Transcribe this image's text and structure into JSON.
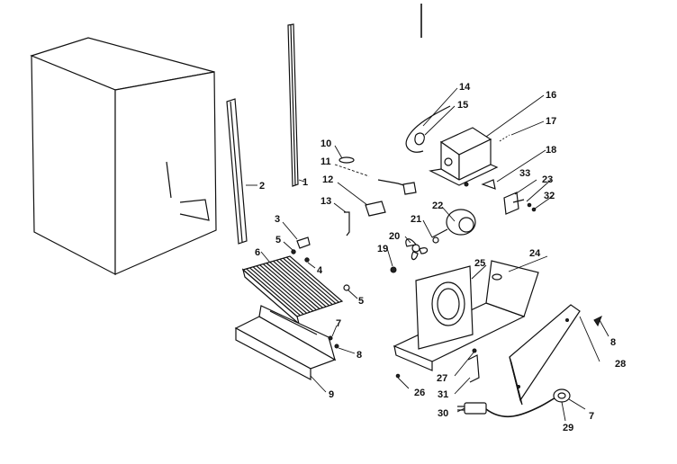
{
  "callouts": [
    {
      "id": "c1",
      "text": "1"
    },
    {
      "id": "c2",
      "text": "2"
    },
    {
      "id": "c3",
      "text": "3"
    },
    {
      "id": "c4",
      "text": "4"
    },
    {
      "id": "c5a",
      "text": "5"
    },
    {
      "id": "c5b",
      "text": "5"
    },
    {
      "id": "c6",
      "text": "6"
    },
    {
      "id": "c7a",
      "text": "7"
    },
    {
      "id": "c7b",
      "text": "7"
    },
    {
      "id": "c8a",
      "text": "8"
    },
    {
      "id": "c8b",
      "text": "8"
    },
    {
      "id": "c9",
      "text": "9"
    },
    {
      "id": "c10",
      "text": "10"
    },
    {
      "id": "c11",
      "text": "11"
    },
    {
      "id": "c12",
      "text": "12"
    },
    {
      "id": "c13",
      "text": "13"
    },
    {
      "id": "c14",
      "text": "14"
    },
    {
      "id": "c15",
      "text": "15"
    },
    {
      "id": "c16",
      "text": "16"
    },
    {
      "id": "c17",
      "text": "17"
    },
    {
      "id": "c18",
      "text": "18"
    },
    {
      "id": "c19",
      "text": "19"
    },
    {
      "id": "c20",
      "text": "20"
    },
    {
      "id": "c21",
      "text": "21"
    },
    {
      "id": "c22",
      "text": "22"
    },
    {
      "id": "c23",
      "text": "23"
    },
    {
      "id": "c24",
      "text": "24"
    },
    {
      "id": "c25",
      "text": "25"
    },
    {
      "id": "c26",
      "text": "26"
    },
    {
      "id": "c27",
      "text": "27"
    },
    {
      "id": "c28",
      "text": "28"
    },
    {
      "id": "c29",
      "text": "29"
    },
    {
      "id": "c30",
      "text": "30"
    },
    {
      "id": "c31",
      "text": "31"
    },
    {
      "id": "c32",
      "text": "32"
    },
    {
      "id": "c33",
      "text": "33"
    }
  ]
}
